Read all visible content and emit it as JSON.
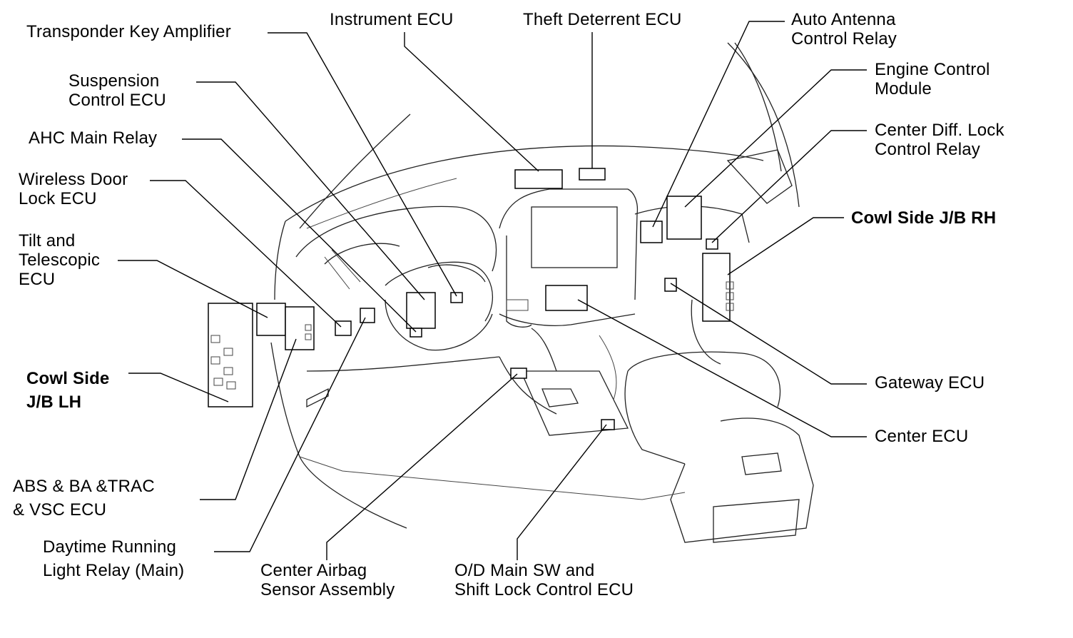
{
  "labels": {
    "transponder_key_amplifier": "Transponder Key Amplifier",
    "instrument_ecu": "Instrument ECU",
    "theft_deterrent_ecu": "Theft Deterrent ECU",
    "auto_antenna_control_relay": [
      "Auto Antenna",
      "Control Relay"
    ],
    "engine_control_module": [
      "Engine Control",
      "Module"
    ],
    "center_diff_lock_control_relay": [
      "Center Diff. Lock",
      "Control Relay"
    ],
    "cowl_side_jb_rh": "Cowl Side J/B RH",
    "suspension_control_ecu": [
      "Suspension",
      "Control ECU"
    ],
    "ahc_main_relay": "AHC Main Relay",
    "wireless_door_lock_ecu": [
      "Wireless Door",
      "Lock ECU"
    ],
    "tilt_and_telescopic_ecu": [
      "Tilt and",
      "Telescopic",
      "ECU"
    ],
    "cowl_side_jb_lh": [
      "Cowl Side",
      "J/B LH"
    ],
    "abs_ba_trac_vsc_ecu": [
      "ABS & BA &TRAC",
      "& VSC ECU"
    ],
    "daytime_running_light_relay": [
      "Daytime Running",
      "Light Relay (Main)"
    ],
    "center_airbag_sensor_assembly": [
      "Center Airbag",
      "Sensor Assembly"
    ],
    "od_main_sw_shift_lock_ecu": [
      "O/D Main SW and",
      "Shift Lock Control ECU"
    ],
    "gateway_ecu": "Gateway ECU",
    "center_ecu": "Center ECU"
  }
}
